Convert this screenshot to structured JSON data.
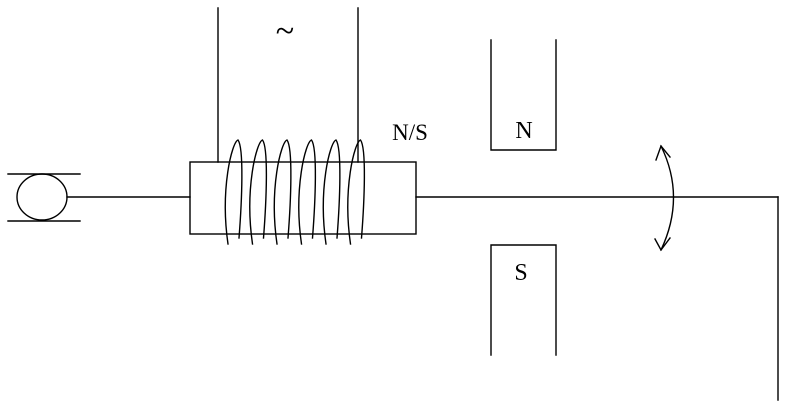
{
  "diagram": {
    "ac_source_symbol": "~",
    "armature_pole_label": "N/S",
    "magnet_north_label": "N",
    "magnet_south_label": "S"
  }
}
